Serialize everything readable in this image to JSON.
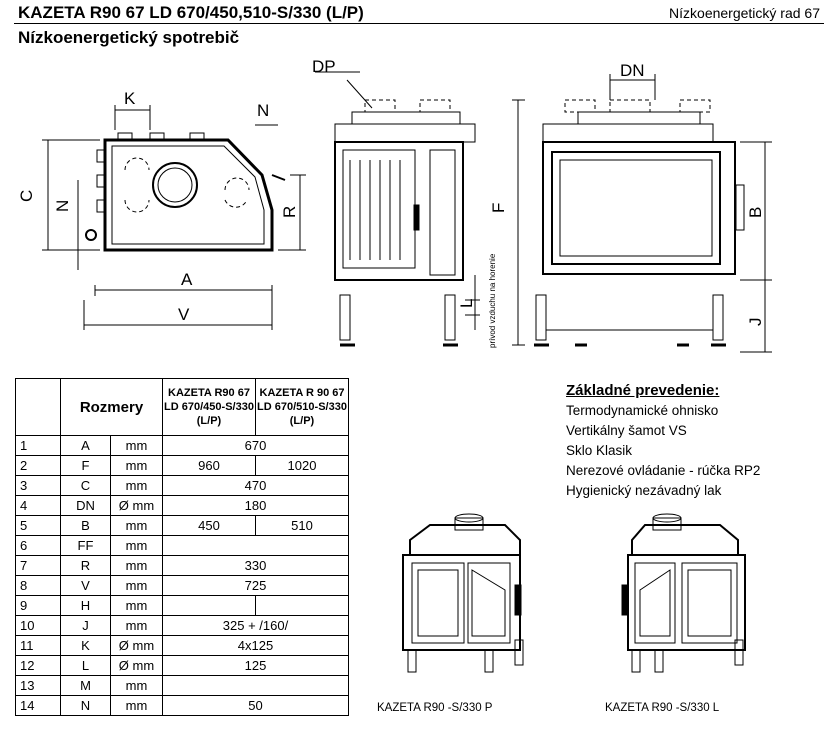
{
  "header": {
    "title": "KAZETA R90 67 LD 670/450,510-S/330 (L/P)",
    "series": "Nízkoenergetický rad 67",
    "subtitle": "Nízkoenergetický spotrebič"
  },
  "drawing_labels": {
    "K": "K",
    "N": "N",
    "C": "C",
    "R": "R",
    "A": "A",
    "V": "V",
    "DP": "DP",
    "F": "F",
    "L": "L",
    "vent": "prívod vzduchu na horenie",
    "DN": "DN",
    "B": "B",
    "J": "J"
  },
  "table": {
    "title": "Rozmery",
    "col1": "KAZETA R90 67 LD 670/450-S/330 (L/P)",
    "col2": "KAZETA R 90 67 LD 670/510-S/330 (L/P)",
    "rows": [
      {
        "n": "1",
        "sym": "A",
        "unit": "mm",
        "v": "670",
        "span": true
      },
      {
        "n": "2",
        "sym": "F",
        "unit": "mm",
        "v1": "960",
        "v2": "1020"
      },
      {
        "n": "3",
        "sym": "C",
        "unit": "mm",
        "v": "470",
        "span": true
      },
      {
        "n": "4",
        "sym": "DN",
        "unit": "Ø mm",
        "v": "180",
        "span": true
      },
      {
        "n": "5",
        "sym": "B",
        "unit": "mm",
        "v1": "450",
        "v2": "510"
      },
      {
        "n": "6",
        "sym": "FF",
        "unit": "mm",
        "v": "",
        "span": true
      },
      {
        "n": "7",
        "sym": "R",
        "unit": "mm",
        "v": "330",
        "span": true
      },
      {
        "n": "8",
        "sym": "V",
        "unit": "mm",
        "v": "725",
        "span": true
      },
      {
        "n": "9",
        "sym": "H",
        "unit": "mm",
        "v1": "",
        "v2": ""
      },
      {
        "n": "10",
        "sym": "J",
        "unit": "mm",
        "v": "325 + /160/",
        "span": true
      },
      {
        "n": "11",
        "sym": "K",
        "unit": "Ø mm",
        "v": "4x125",
        "span": true
      },
      {
        "n": "12",
        "sym": "L",
        "unit": "Ø mm",
        "v": "125",
        "span": true
      },
      {
        "n": "13",
        "sym": "M",
        "unit": "mm",
        "v": "",
        "span": true
      },
      {
        "n": "14",
        "sym": "N",
        "unit": "mm",
        "v": "50",
        "span": true
      }
    ]
  },
  "basic": {
    "heading": "Základné prevedenie:",
    "items": [
      "Termodynamické ohnisko",
      "Vertikálny šamot VS",
      "Sklo Klasik",
      "Nerezové ovládanie - rúčka RP2",
      "Hygienický nezávadný lak"
    ]
  },
  "captions": {
    "p": "KAZETA R90 -S/330 P",
    "l": "KAZETA R90 -S/330 L"
  }
}
